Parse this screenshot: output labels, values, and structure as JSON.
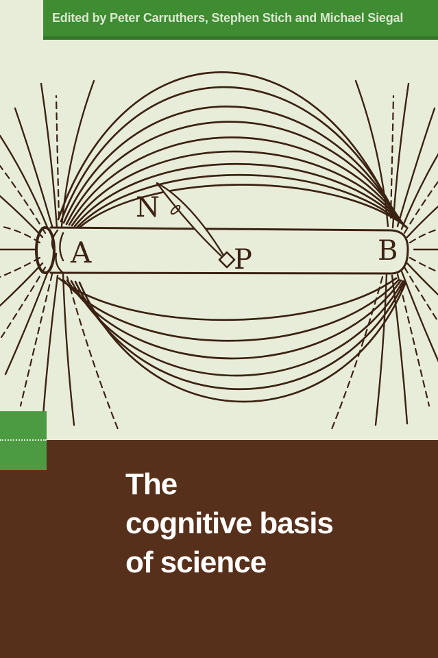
{
  "banner": {
    "text": "Edited by Peter Carruthers, Stephen Stich and Michael Siegal"
  },
  "diagram": {
    "description": "engraving of magnetic field lines around a bar magnet with compass needle",
    "pole_left_label": "A",
    "pole_right_label": "B",
    "needle_label": "N",
    "pivot_label": "P"
  },
  "title": {
    "line1": "The",
    "line2": "cognitive basis",
    "line3": "of science"
  },
  "colors": {
    "banner_green": "#3f8c33",
    "accent_green": "#4c9a41",
    "cream": "#e8edda",
    "panel_brown": "#57301b",
    "ink_brown": "#3b2213",
    "banner_text": "#d9e9ce",
    "title_text": "#ffffff"
  }
}
